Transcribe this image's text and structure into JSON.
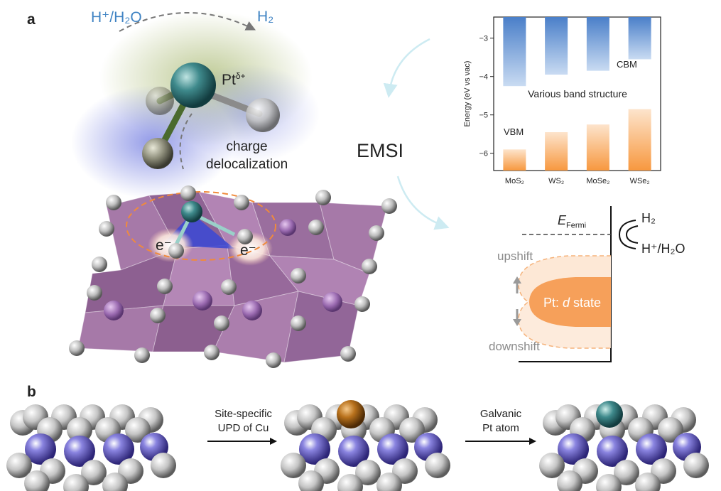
{
  "panel_a": {
    "letter": "a",
    "reactant": "H⁺/H₂O",
    "product": "H₂",
    "pt_label": "Pt",
    "pt_charge": "δ+",
    "charge_text_1": "charge",
    "charge_text_2": "delocalization",
    "electron_label": "e⁻",
    "emsi_label": "EMSI"
  },
  "chart_data": {
    "type": "bar",
    "categories": [
      "MoS₂",
      "WS₂",
      "MoSe₂",
      "WSe₂"
    ],
    "ylabel": "Energy (eV vs vac)",
    "ylim": [
      -6.45,
      -2.45
    ],
    "yticks": [
      -6,
      -5,
      -4,
      -3
    ],
    "series": [
      {
        "name": "CBM",
        "values": [
          -4.25,
          -3.95,
          -3.85,
          -3.55
        ],
        "color": "#5b8fd1"
      },
      {
        "name": "VBM",
        "values": [
          -5.9,
          -5.45,
          -5.25,
          -4.85
        ],
        "color": "#f7a055"
      }
    ],
    "annotations": [
      "CBM",
      "Various band structure",
      "VBM"
    ]
  },
  "energy_diagram": {
    "fermi_main": "E",
    "fermi_sub": "Fermi",
    "h2": "H₂",
    "h_plus": "H⁺/H₂O",
    "upshift": "upshift",
    "downshift": "downshift",
    "pt_prefix": "Pt: ",
    "pt_d": "d",
    "pt_suffix": " state"
  },
  "panel_b": {
    "letter": "b",
    "step1_line1": "Site-specific",
    "step1_line2": "UPD of Cu",
    "step2_line1": "Galvanic",
    "step2_line2": "Pt atom"
  },
  "colors": {
    "blue_text": "#3f83c3",
    "cbm_bar": "#5b8fd1",
    "vbm_bar": "#f7a055",
    "pt_atom": "#3f8a8c",
    "cu_atom": "#b8711c",
    "metal_atom": "#6a63c8",
    "prism": "#a679a8"
  }
}
